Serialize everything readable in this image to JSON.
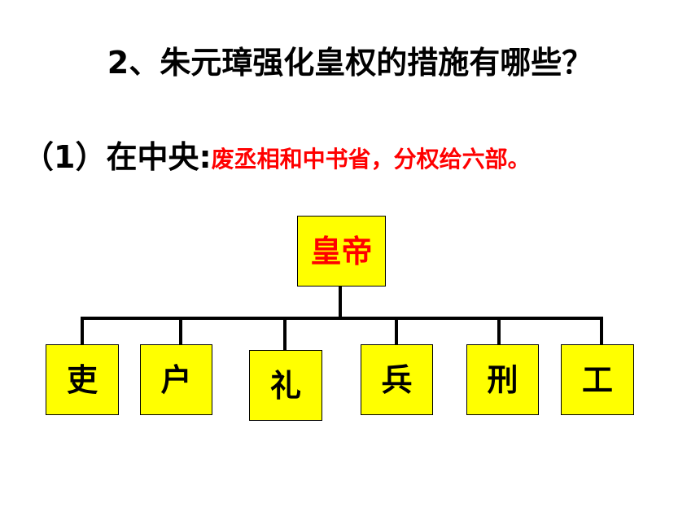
{
  "heading": {
    "question": "2、朱元璋强化皇权的措施有哪些？",
    "central_label": "（1）在中央:",
    "central_answer": "废丞相和中书省，分权给六部。"
  },
  "diagram": {
    "top_node": {
      "label": "皇帝"
    },
    "departments": [
      {
        "label": "吏"
      },
      {
        "label": "户"
      },
      {
        "label": "礼"
      },
      {
        "label": "兵"
      },
      {
        "label": "刑"
      },
      {
        "label": "工"
      }
    ]
  },
  "colors": {
    "box_fill": "#ffff00",
    "top_node_text": "#ff0000",
    "answer_text": "#ff0000",
    "line": "#000000",
    "department_text": "#000000"
  }
}
